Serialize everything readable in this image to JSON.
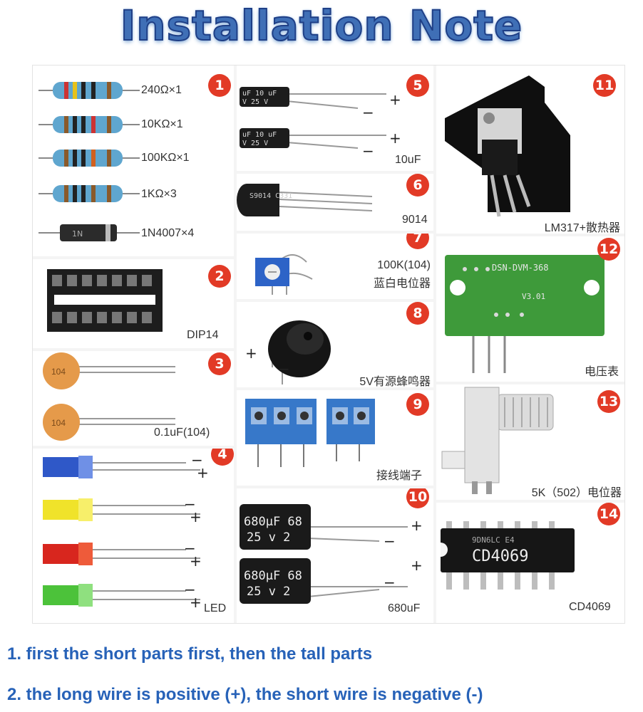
{
  "title": "Installation Note",
  "sections": {
    "s1": {
      "number": "1",
      "labels": [
        "240Ω×1",
        "10KΩ×1",
        "100KΩ×1",
        "1KΩ×3",
        "1N4007×4"
      ]
    },
    "s2": {
      "number": "2",
      "label": "DIP14"
    },
    "s3": {
      "number": "3",
      "label": "0.1uF(104)",
      "cap_marking": "104"
    },
    "s4": {
      "number": "4",
      "label": "LED",
      "plus": "+",
      "minus": "−"
    },
    "s5": {
      "number": "5",
      "label": "10uF",
      "plus": "+",
      "minus": "−",
      "marking_top": "uF 10 uF",
      "marking_bottom": "V 25 V"
    },
    "s6": {
      "number": "6",
      "label": "9014",
      "marking": "S9014 C331"
    },
    "s7": {
      "number": "7",
      "label_line1": "100K(104)",
      "label_line2": "蓝白电位器"
    },
    "s8": {
      "number": "8",
      "label": "5V有源蜂鸣器",
      "plus": "+",
      "minus": "−"
    },
    "s9": {
      "number": "9",
      "label": "接线端子"
    },
    "s10": {
      "number": "10",
      "label": "680uF",
      "plus": "+",
      "minus": "−",
      "marking_top": "680μF 68",
      "marking_bottom": "25 v 2"
    },
    "s11": {
      "number": "11",
      "label": "LM317+散热器"
    },
    "s12": {
      "number": "12",
      "label": "电压表",
      "board_text": "DSN-DVM-368",
      "board_sub": "V3.01"
    },
    "s13": {
      "number": "13",
      "label": "5K（502）电位器"
    },
    "s14": {
      "number": "14",
      "label": "CD4069",
      "chip_text": "CD4069",
      "chip_sub": "9DN6LC E4"
    }
  },
  "notes": [
    "1. first the short parts first, then the tall parts",
    "2. the long wire is positive (+), the short wire is negative (-)"
  ]
}
